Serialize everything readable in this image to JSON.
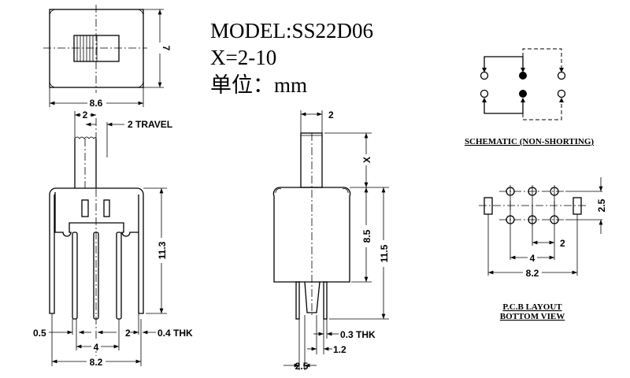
{
  "header": {
    "model": "MODEL:SS22D06",
    "x_range": "X=2-10",
    "unit": "单位：mm"
  },
  "top_view": {
    "width_dim": "8.6",
    "height_dim": "7"
  },
  "front_view": {
    "actuator_width": "2",
    "travel": "2 TRAVEL",
    "height_dim": "11.3",
    "pin_width": "0.5",
    "pin_pitch": "2",
    "thickness": "0.4 THK",
    "pin_span": "4",
    "overall_width": "8.2"
  },
  "side_view": {
    "actuator_width": "2",
    "actuator_height": "X",
    "body_height": "8.5",
    "total_height": "11.5",
    "thickness": "0.3 THK",
    "pin_offset": "1.2",
    "pin_spacing": "2.5"
  },
  "schematic": {
    "caption": "SCHEMATIC (NON-SHORTING)"
  },
  "pcb_layout": {
    "row_pitch": "2.5",
    "pin_pitch": "2",
    "pin_span": "4",
    "overall_width": "8.2",
    "caption_line1": "P.C.B LAYOUT",
    "caption_line2": "BOTTOM VIEW"
  }
}
